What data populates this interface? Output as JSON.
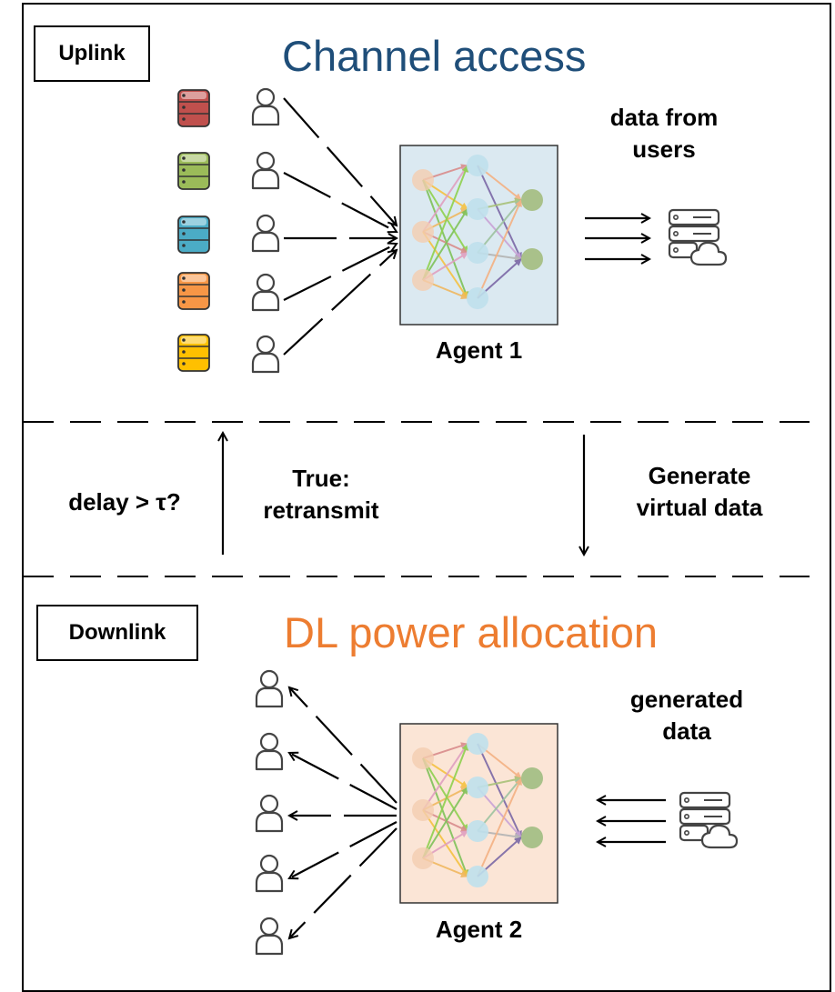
{
  "uplink": {
    "tag": "Uplink",
    "title": "Channel access",
    "title_color": "#1f4e79",
    "agent": "Agent 1",
    "agent_fill": "#dbe9f1",
    "data_label_line1": "data from",
    "data_label_line2": "users",
    "db_colors": [
      "#c0504d",
      "#9bbb59",
      "#4bacc6",
      "#f79646",
      "#ffc000"
    ]
  },
  "middle": {
    "condition": "delay > τ?",
    "true_line1": "True:",
    "true_line2": "retransmit",
    "gen_line1": "Generate",
    "gen_line2": "virtual data"
  },
  "downlink": {
    "tag": "Downlink",
    "title": "DL power allocation",
    "title_color": "#ed7d31",
    "agent": "Agent 2",
    "agent_fill": "#fbe5d6",
    "data_label_line1": "generated",
    "data_label_line2": "data"
  },
  "icons": {
    "user": "user-icon",
    "database": "database-icon",
    "server": "cloud-server-icon",
    "network": "neural-network-icon"
  }
}
